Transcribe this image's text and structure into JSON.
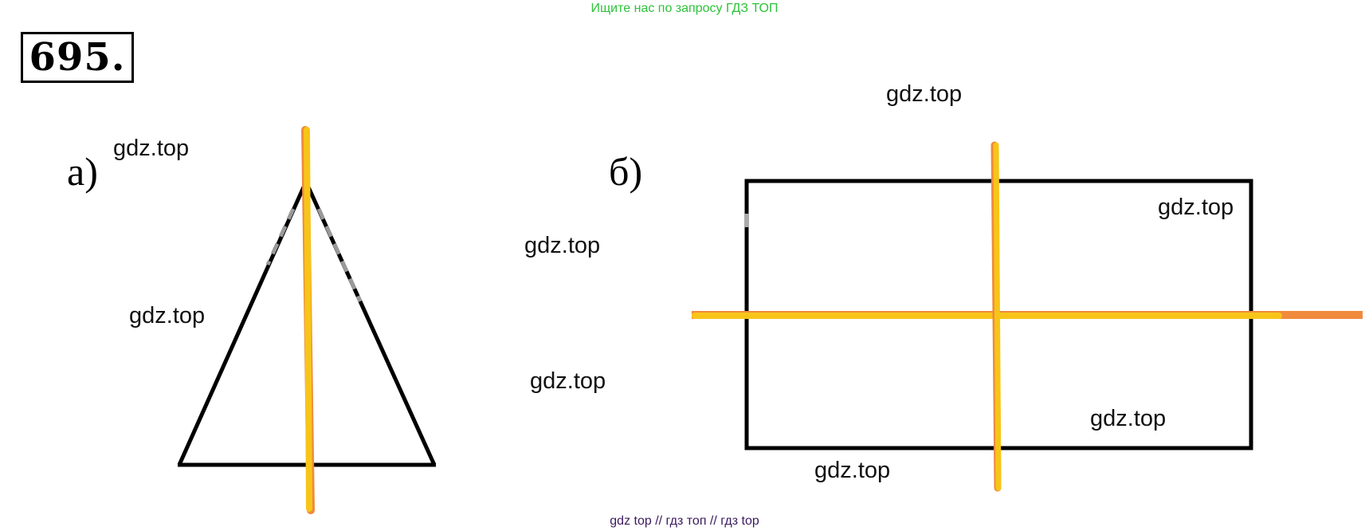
{
  "header": {
    "note": "Ищите нас по запросу ГДЗ ТОП"
  },
  "problem": {
    "number": "695."
  },
  "parts": {
    "a_label": "а)",
    "b_label": "б)"
  },
  "watermarks": [
    "gdz.top",
    "gdz.top",
    "gdz.top",
    "gdz.top",
    "gdz.top",
    "gdz.top",
    "gdz.top",
    "gdz.top"
  ],
  "footer": {
    "text": "gdz top  //  гдз топ  //  гдз top"
  },
  "colors": {
    "axis_yellow": "#f7c519",
    "axis_orange": "#f08a3c",
    "outline": "#000000",
    "header_green": "#2ec23a",
    "footer_purple": "#3a1a5e"
  }
}
